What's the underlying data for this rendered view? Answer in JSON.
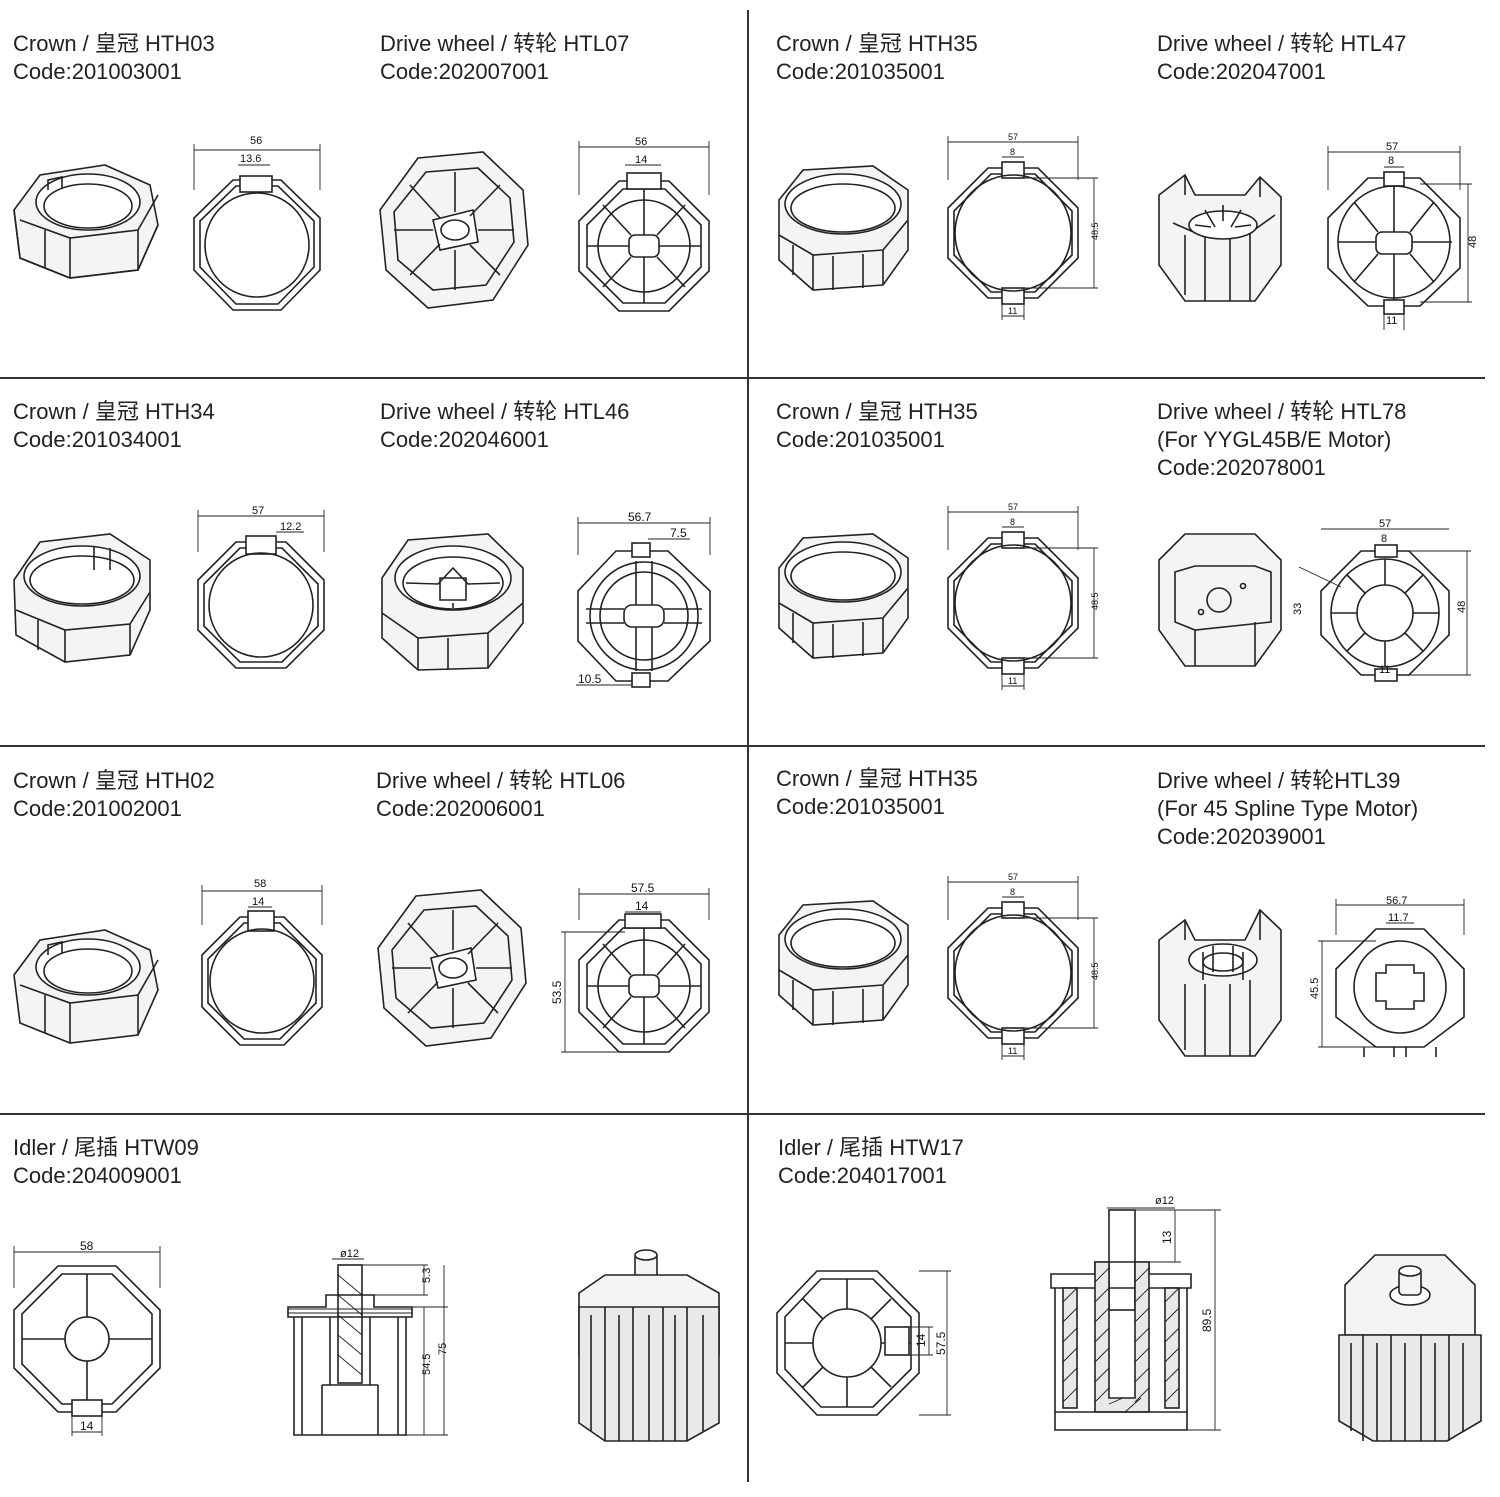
{
  "sections": [
    {
      "id": "r1l",
      "items": [
        {
          "title": "Crown / 皇冠 HTH03",
          "code": "Code:201003001"
        },
        {
          "title": "Drive wheel / 转轮 HTL07",
          "code": "Code:202007001"
        }
      ]
    },
    {
      "id": "r1r",
      "items": [
        {
          "title": "Crown / 皇冠 HTH35",
          "code": "Code:201035001"
        },
        {
          "title": "Drive wheel / 转轮 HTL47",
          "code": "Code:202047001"
        }
      ]
    },
    {
      "id": "r2l",
      "items": [
        {
          "title": "Crown / 皇冠 HTH34",
          "code": "Code:201034001"
        },
        {
          "title": "Drive wheel / 转轮 HTL46",
          "code": "Code:202046001"
        }
      ]
    },
    {
      "id": "r2r",
      "items": [
        {
          "title": "Crown / 皇冠 HTH35",
          "code": "Code:201035001"
        },
        {
          "title": "Drive wheel / 转轮 HTL78",
          "note": "(For YYGL45B/E Motor)",
          "code": "Code:202078001"
        }
      ]
    },
    {
      "id": "r3l",
      "items": [
        {
          "title": "Crown / 皇冠 HTH02",
          "code": "Code:201002001"
        },
        {
          "title": "Drive wheel / 转轮 HTL06",
          "code": "Code:202006001"
        }
      ]
    },
    {
      "id": "r3r",
      "items": [
        {
          "title": "Crown / 皇冠 HTH35",
          "code": "Code:201035001"
        },
        {
          "title": "Drive wheel / 转轮HTL39",
          "note": "(For 45 Spline Type Motor)",
          "code": "Code:202039001"
        }
      ]
    },
    {
      "id": "r4l",
      "items": [
        {
          "title": "Idler / 尾插 HTW09",
          "code": "Code:204009001"
        }
      ]
    },
    {
      "id": "r4r",
      "items": [
        {
          "title": "Idler / 尾插 HTW17",
          "code": "Code:204017001"
        }
      ]
    }
  ],
  "dims": {
    "hth03": {
      "w": "56",
      "slot": "13.6"
    },
    "htl07": {
      "w": "56",
      "slot": "14"
    },
    "hth35": {
      "w": "57",
      "slot": "8",
      "h": "48.5",
      "bot": "11"
    },
    "htl47": {
      "w": "57",
      "slot": "8",
      "h": "48",
      "bot": "11"
    },
    "hth34": {
      "w": "57",
      "slot": "12.2"
    },
    "htl46": {
      "w": "56.7",
      "slot": "7.5",
      "bot": "10.5"
    },
    "htl78": {
      "w": "57",
      "slot": "8",
      "h": "48",
      "d": "33",
      "bot": "11"
    },
    "hth02": {
      "w": "58",
      "slot": "14"
    },
    "htl06": {
      "w": "57.5",
      "slot": "14",
      "h": "53.5"
    },
    "htl39": {
      "w": "56.7",
      "slot": "11.7",
      "h": "45.5"
    },
    "htw09": {
      "w": "58",
      "bot": "14",
      "dia": "ø12",
      "top": "5.3",
      "mid": "54.5",
      "h": "75"
    },
    "htw17": {
      "dia": "ø12",
      "top": "13",
      "h": "89.5",
      "slot": "14",
      "w": "57.5"
    }
  }
}
